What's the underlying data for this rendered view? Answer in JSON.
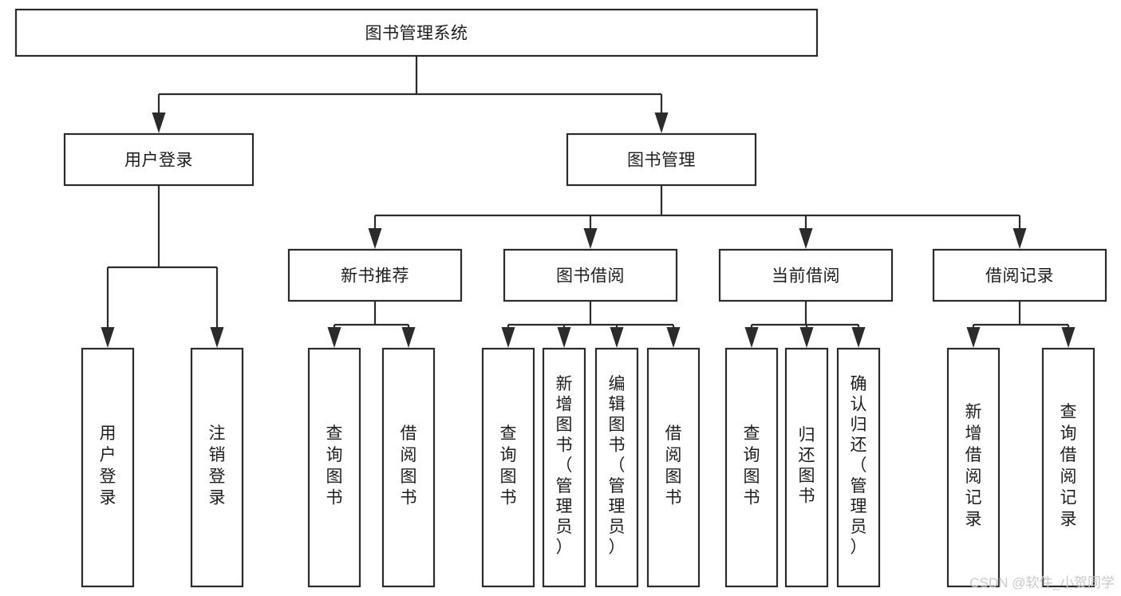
{
  "diagram": {
    "type": "hierarchy-tree",
    "title": "图书管理系统",
    "watermark": "CSDN @软件_小贺同学",
    "colors": {
      "box_stroke": "#2b2b2b",
      "box_fill": "#ffffff",
      "text": "#1d1d1d",
      "background": "#ffffff",
      "watermark": "#c9c9c9"
    },
    "nodes": {
      "root": {
        "label": "图书管理系统",
        "orientation": "horizontal"
      },
      "user_login": {
        "label": "用户登录",
        "orientation": "horizontal"
      },
      "book_manage": {
        "label": "图书管理",
        "orientation": "horizontal"
      },
      "new_book_rec": {
        "label": "新书推荐",
        "orientation": "horizontal"
      },
      "book_borrow": {
        "label": "图书借阅",
        "orientation": "horizontal"
      },
      "current_borrow": {
        "label": "当前借阅",
        "orientation": "horizontal"
      },
      "borrow_record": {
        "label": "借阅记录",
        "orientation": "horizontal"
      },
      "leaf_user_login": {
        "label": "用户登录",
        "orientation": "vertical"
      },
      "leaf_logout": {
        "label": "注销登录",
        "orientation": "vertical"
      },
      "leaf_query_book_1": {
        "label": "查询图书",
        "orientation": "vertical"
      },
      "leaf_borrow_book_1": {
        "label": "借阅图书",
        "orientation": "vertical"
      },
      "leaf_query_book_2": {
        "label": "查询图书",
        "orientation": "vertical"
      },
      "leaf_add_book": {
        "label": "新增图书（管理员）",
        "orientation": "vertical"
      },
      "leaf_edit_book": {
        "label": "编辑图书（管理员）",
        "orientation": "vertical"
      },
      "leaf_borrow_book_2": {
        "label": "借阅图书",
        "orientation": "vertical"
      },
      "leaf_query_book_3": {
        "label": "查询图书",
        "orientation": "vertical"
      },
      "leaf_return_book": {
        "label": "归还图书",
        "orientation": "vertical"
      },
      "leaf_confirm_return": {
        "label": "确认归还（管理员）",
        "orientation": "vertical"
      },
      "leaf_add_record": {
        "label": "新增借阅记录",
        "orientation": "vertical"
      },
      "leaf_query_record": {
        "label": "查询借阅记录",
        "orientation": "vertical"
      }
    },
    "edges": [
      {
        "from": "root",
        "to": "user_login"
      },
      {
        "from": "root",
        "to": "book_manage"
      },
      {
        "from": "user_login",
        "to": "leaf_user_login"
      },
      {
        "from": "user_login",
        "to": "leaf_logout"
      },
      {
        "from": "book_manage",
        "to": "new_book_rec"
      },
      {
        "from": "book_manage",
        "to": "book_borrow"
      },
      {
        "from": "book_manage",
        "to": "current_borrow"
      },
      {
        "from": "book_manage",
        "to": "borrow_record"
      },
      {
        "from": "new_book_rec",
        "to": "leaf_query_book_1"
      },
      {
        "from": "new_book_rec",
        "to": "leaf_borrow_book_1"
      },
      {
        "from": "book_borrow",
        "to": "leaf_query_book_2"
      },
      {
        "from": "book_borrow",
        "to": "leaf_add_book"
      },
      {
        "from": "book_borrow",
        "to": "leaf_edit_book"
      },
      {
        "from": "book_borrow",
        "to": "leaf_borrow_book_2"
      },
      {
        "from": "current_borrow",
        "to": "leaf_query_book_3"
      },
      {
        "from": "current_borrow",
        "to": "leaf_return_book"
      },
      {
        "from": "current_borrow",
        "to": "leaf_confirm_return"
      },
      {
        "from": "borrow_record",
        "to": "leaf_add_record"
      },
      {
        "from": "borrow_record",
        "to": "leaf_query_record"
      }
    ]
  }
}
